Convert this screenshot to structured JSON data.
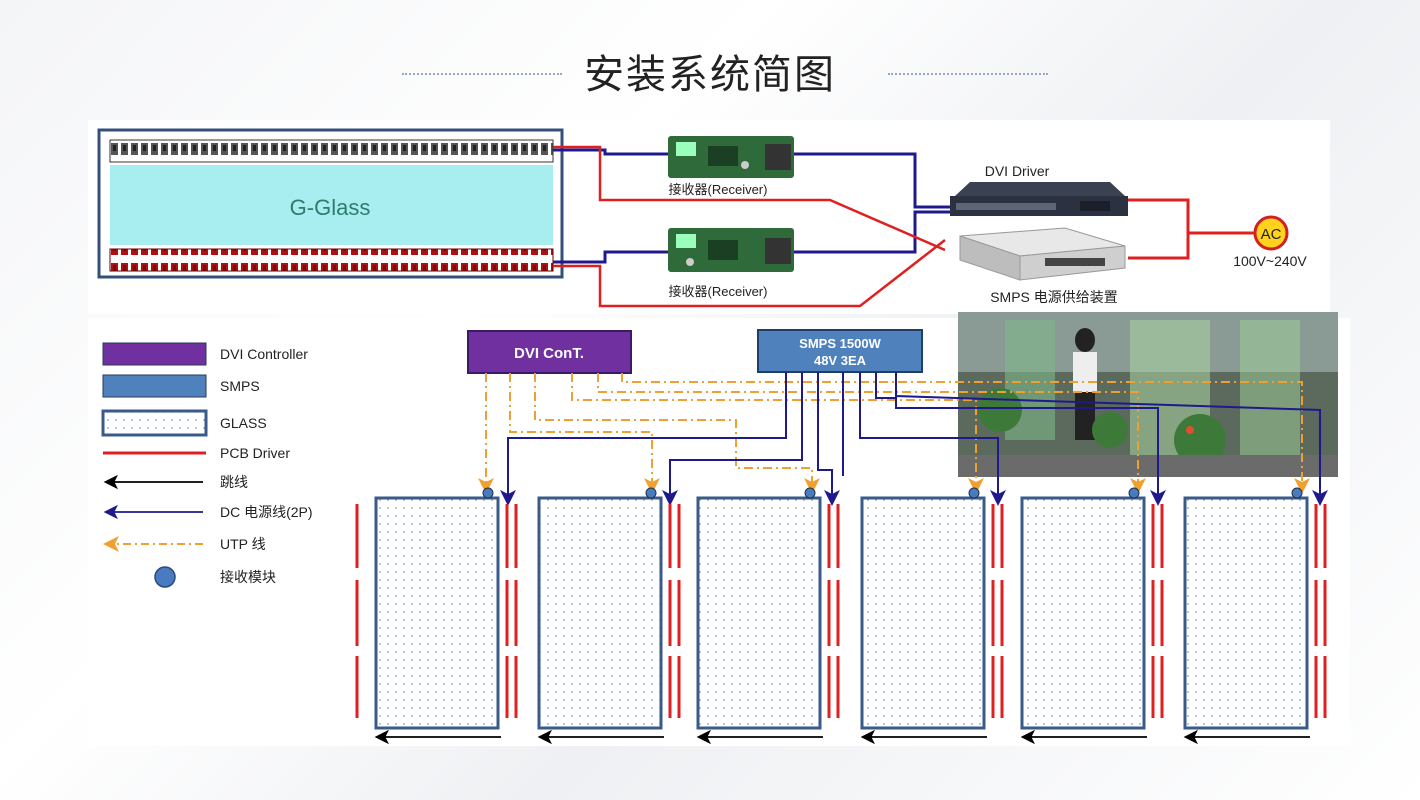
{
  "title": "安装系统简图",
  "top": {
    "g_glass_label": "G-Glass",
    "receiver_1": "接收器(Receiver)",
    "receiver_2": "接收器(Receiver)",
    "dvi_driver": "DVI Driver",
    "smps_supply": "SMPS 电源供给装置",
    "ac": "AC",
    "voltage": "100V~240V"
  },
  "legend": [
    {
      "label": "DVI Controller",
      "type": "box",
      "color": "#7030a0"
    },
    {
      "label": "SMPS",
      "type": "box",
      "color": "#4f81bd"
    },
    {
      "label": "GLASS",
      "type": "glass",
      "color": "#3a5a8a"
    },
    {
      "label": "PCB Driver",
      "type": "line",
      "color": "#e02020"
    },
    {
      "label": "跳线",
      "type": "arrow",
      "color": "#000000"
    },
    {
      "label": "DC 电源线(2P)",
      "type": "arrow",
      "color": "#1f1a8c"
    },
    {
      "label": "UTP 线",
      "type": "dash-arrow",
      "color": "#f0a030"
    },
    {
      "label": "接收模块",
      "type": "dot",
      "color": "#4a7ac0"
    }
  ],
  "controller": {
    "label": "DVI ConT."
  },
  "smps": {
    "line1": "SMPS 1500W",
    "line2": "48V 3EA"
  },
  "colors": {
    "dvi": "#7030a0",
    "smps": "#4f81bd",
    "glass_border": "#3a5a8a",
    "pcb": "#e02020",
    "dc": "#1f1a8c",
    "utp": "#f0a030",
    "cyan": "#a8eef0"
  },
  "glass_panel_count": 6
}
